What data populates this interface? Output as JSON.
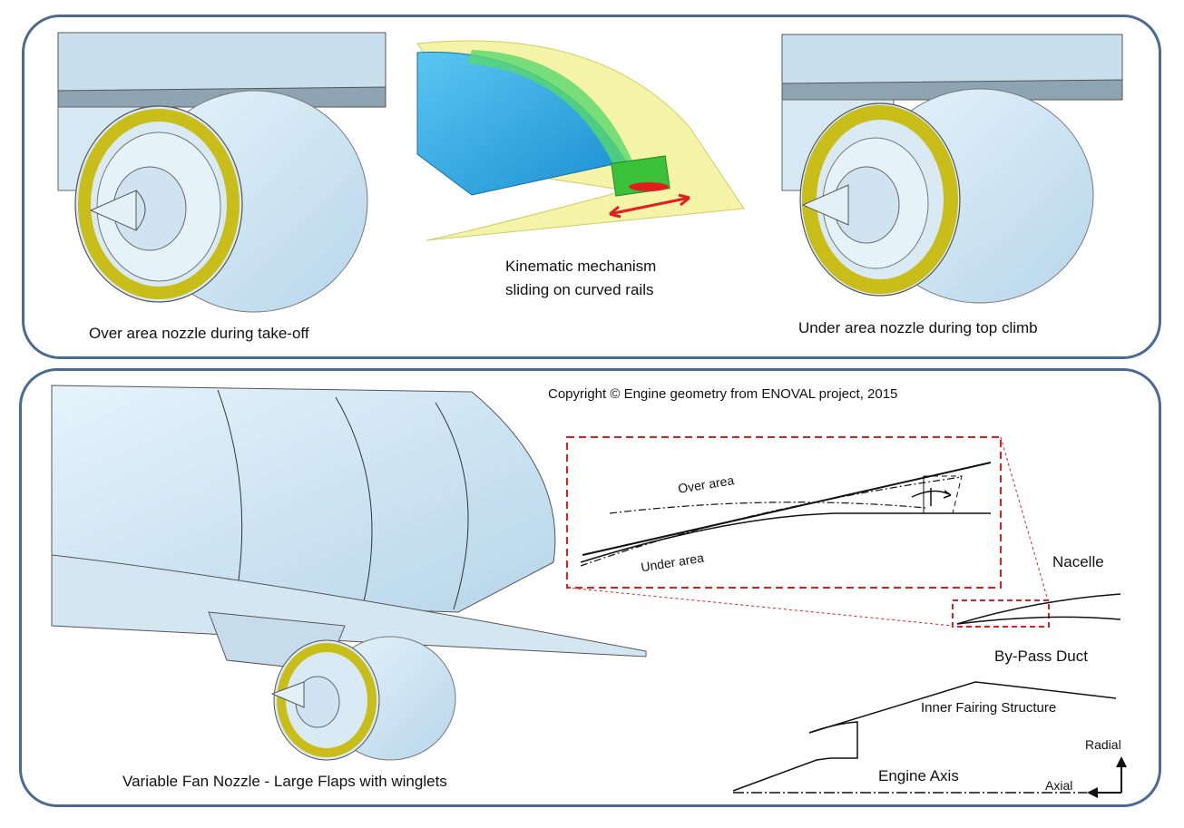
{
  "top_panel": {
    "left_caption": "Over area nozzle during take-off",
    "center_caption_line1": "Kinematic mechanism",
    "center_caption_line2": "sliding on curved rails",
    "right_caption": "Under area nozzle during top climb"
  },
  "bottom_panel": {
    "copyright": "Copyright © Engine geometry from ENOVAL project, 2015",
    "bottom_caption": "Variable Fan Nozzle - Large Flaps with winglets",
    "inset": {
      "over_area_label": "Over area",
      "under_area_label": "Under area"
    },
    "section_labels": {
      "nacelle": "Nacelle",
      "bypass_duct": "By-Pass Duct",
      "inner_fairing": "Inner Fairing Structure",
      "engine_axis": "Engine Axis",
      "radial": "Radial",
      "axial": "Axial"
    }
  },
  "colors": {
    "panel_border": "#4a6a94",
    "inset_border": "#e01e1e",
    "nacelle_fill": "#cfe6f6",
    "flap_yellow": "#e9e23a",
    "mechanism_blue": "#1ea9e8",
    "mechanism_green": "#4fd13a",
    "arrow_red": "#e01e1e"
  }
}
